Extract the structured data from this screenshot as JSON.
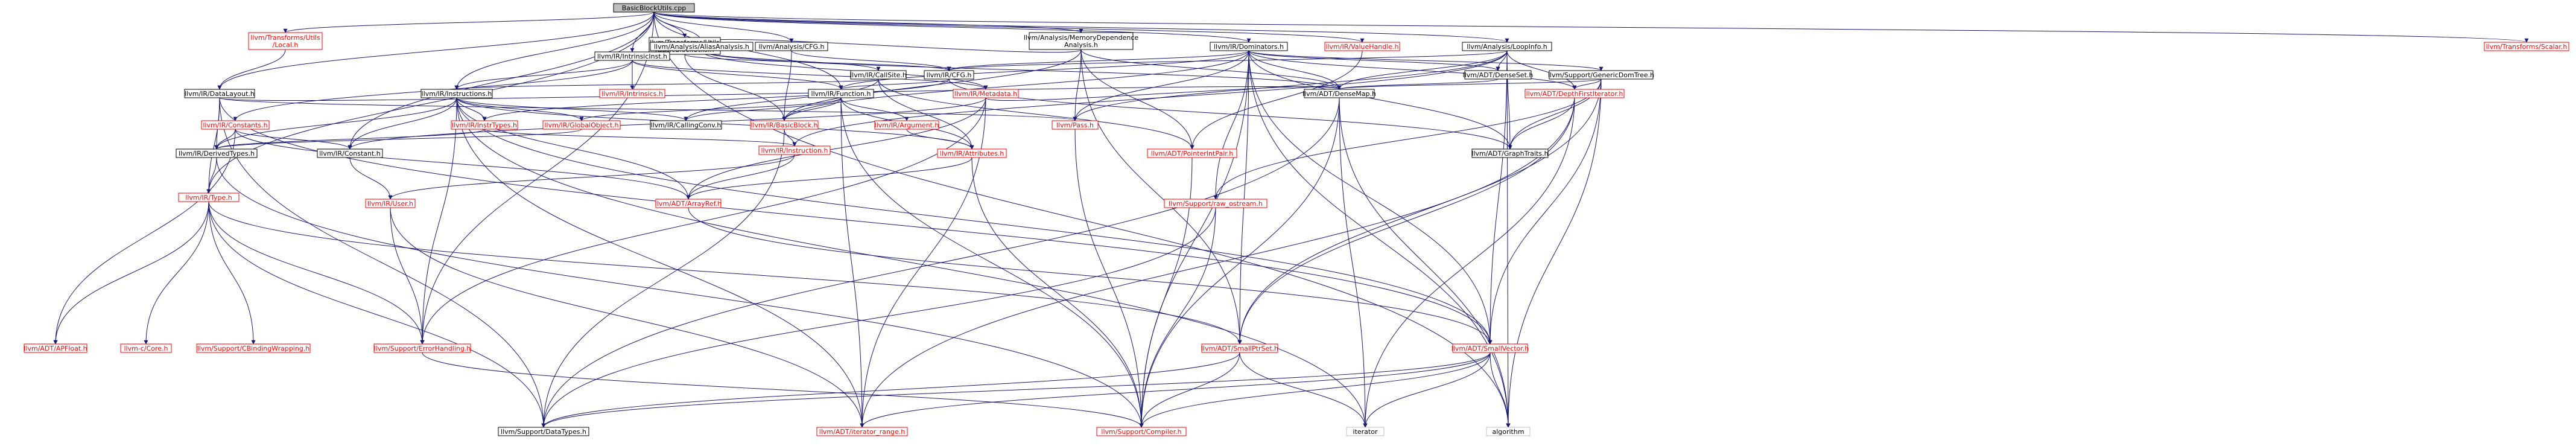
{
  "graph": {
    "colors": {
      "edge": "#191970",
      "node_border_default": "#000000",
      "node_border_external": "#ff0000",
      "node_fill_root": "#bfbfbf",
      "node_fill": "#ffffff",
      "text_default": "#000000",
      "text_external": "#ff0000"
    },
    "nodes": [
      {
        "id": "root",
        "lines": [
          "BasicBlockUtils.cpp"
        ],
        "kind": "root"
      },
      {
        "id": "transforms_utils_local",
        "lines": [
          "llvm/Transforms/Utils",
          "/Local.h"
        ],
        "kind": "external"
      },
      {
        "id": "transforms_utils_bbutils",
        "lines": [
          "llvm/Transforms/Utils",
          "/BasicBlockUtils.h"
        ],
        "kind": "normal"
      },
      {
        "id": "analysis_cfg",
        "lines": [
          "llvm/Analysis/CFG.h"
        ],
        "kind": "normal"
      },
      {
        "id": "analysis_memdep",
        "lines": [
          "llvm/Analysis/MemoryDependence",
          "Analysis.h"
        ],
        "kind": "normal"
      },
      {
        "id": "analysis_alias",
        "lines": [
          "llvm/Analysis/AliasAnalysis.h"
        ],
        "kind": "normal"
      },
      {
        "id": "ir_dominators",
        "lines": [
          "llvm/IR/Dominators.h"
        ],
        "kind": "normal"
      },
      {
        "id": "ir_valuehandle",
        "lines": [
          "llvm/IR/ValueHandle.h"
        ],
        "kind": "external"
      },
      {
        "id": "analysis_loopinfo",
        "lines": [
          "llvm/Analysis/LoopInfo.h"
        ],
        "kind": "normal"
      },
      {
        "id": "transforms_scalar",
        "lines": [
          "llvm/Transforms/Scalar.h"
        ],
        "kind": "external"
      },
      {
        "id": "ir_intrinsicinst",
        "lines": [
          "llvm/IR/IntrinsicInst.h"
        ],
        "kind": "normal"
      },
      {
        "id": "ir_callsite",
        "lines": [
          "llvm/IR/CallSite.h"
        ],
        "kind": "normal"
      },
      {
        "id": "ir_cfg",
        "lines": [
          "llvm/IR/CFG.h"
        ],
        "kind": "normal"
      },
      {
        "id": "adt_denseset",
        "lines": [
          "llvm/ADT/DenseSet.h"
        ],
        "kind": "normal"
      },
      {
        "id": "support_genericdomtree",
        "lines": [
          "llvm/Support/GenericDomTree.h"
        ],
        "kind": "normal"
      },
      {
        "id": "ir_datalayout",
        "lines": [
          "llvm/IR/DataLayout.h"
        ],
        "kind": "normal"
      },
      {
        "id": "ir_instructions",
        "lines": [
          "llvm/IR/Instructions.h"
        ],
        "kind": "normal"
      },
      {
        "id": "ir_intrinsics",
        "lines": [
          "llvm/IR/Intrinsics.h"
        ],
        "kind": "external"
      },
      {
        "id": "ir_function",
        "lines": [
          "llvm/IR/Function.h"
        ],
        "kind": "normal"
      },
      {
        "id": "ir_metadata",
        "lines": [
          "llvm/IR/Metadata.h"
        ],
        "kind": "external"
      },
      {
        "id": "adt_densemap",
        "lines": [
          "llvm/ADT/DenseMap.h"
        ],
        "kind": "normal"
      },
      {
        "id": "adt_depthfirstiterator",
        "lines": [
          "llvm/ADT/DepthFirstIterator.h"
        ],
        "kind": "external"
      },
      {
        "id": "ir_constants",
        "lines": [
          "llvm/IR/Constants.h"
        ],
        "kind": "external"
      },
      {
        "id": "ir_instrtypes",
        "lines": [
          "llvm/IR/InstrTypes.h"
        ],
        "kind": "external"
      },
      {
        "id": "ir_globalobject",
        "lines": [
          "llvm/IR/GlobalObject.h"
        ],
        "kind": "external"
      },
      {
        "id": "ir_callingconv",
        "lines": [
          "llvm/IR/CallingConv.h"
        ],
        "kind": "normal"
      },
      {
        "id": "ir_basicblock",
        "lines": [
          "llvm/IR/BasicBlock.h"
        ],
        "kind": "external"
      },
      {
        "id": "ir_argument",
        "lines": [
          "llvm/IR/Argument.h"
        ],
        "kind": "external"
      },
      {
        "id": "pass",
        "lines": [
          "llvm/Pass.h"
        ],
        "kind": "external"
      },
      {
        "id": "adt_graphtraits",
        "lines": [
          "llvm/ADT/GraphTraits.h"
        ],
        "kind": "normal"
      },
      {
        "id": "ir_derivedtypes",
        "lines": [
          "llvm/IR/DerivedTypes.h"
        ],
        "kind": "normal"
      },
      {
        "id": "ir_constant",
        "lines": [
          "llvm/IR/Constant.h"
        ],
        "kind": "normal"
      },
      {
        "id": "ir_instruction",
        "lines": [
          "llvm/IR/Instruction.h"
        ],
        "kind": "external"
      },
      {
        "id": "ir_attributes",
        "lines": [
          "llvm/IR/Attributes.h"
        ],
        "kind": "external"
      },
      {
        "id": "adt_pointerintpair",
        "lines": [
          "llvm/ADT/PointerIntPair.h"
        ],
        "kind": "external"
      },
      {
        "id": "ir_type",
        "lines": [
          "llvm/IR/Type.h"
        ],
        "kind": "external"
      },
      {
        "id": "ir_user",
        "lines": [
          "llvm/IR/User.h"
        ],
        "kind": "external"
      },
      {
        "id": "adt_arrayref",
        "lines": [
          "llvm/ADT/ArrayRef.h"
        ],
        "kind": "external"
      },
      {
        "id": "support_raw_ostream",
        "lines": [
          "llvm/Support/raw_ostream.h"
        ],
        "kind": "external"
      },
      {
        "id": "adt_apfloat",
        "lines": [
          "llvm/ADT/APFloat.h"
        ],
        "kind": "external"
      },
      {
        "id": "llvm_c_core",
        "lines": [
          "llvm-c/Core.h"
        ],
        "kind": "external"
      },
      {
        "id": "support_cbindingwrapping",
        "lines": [
          "llvm/Support/CBindingWrapping.h"
        ],
        "kind": "external"
      },
      {
        "id": "support_errorhandling",
        "lines": [
          "llvm/Support/ErrorHandling.h"
        ],
        "kind": "external"
      },
      {
        "id": "adt_smallptrset",
        "lines": [
          "llvm/ADT/SmallPtrSet.h"
        ],
        "kind": "external"
      },
      {
        "id": "adt_smallvector",
        "lines": [
          "llvm/ADT/SmallVector.h"
        ],
        "kind": "external"
      },
      {
        "id": "support_datatypes",
        "lines": [
          "llvm/Support/DataTypes.h"
        ],
        "kind": "normal"
      },
      {
        "id": "adt_iterator_range",
        "lines": [
          "llvm/ADT/iterator_range.h"
        ],
        "kind": "external"
      },
      {
        "id": "support_compiler",
        "lines": [
          "llvm/Support/Compiler.h"
        ],
        "kind": "external"
      },
      {
        "id": "iterator",
        "lines": [
          "iterator"
        ],
        "kind": "system"
      },
      {
        "id": "algorithm",
        "lines": [
          "algorithm"
        ],
        "kind": "system"
      }
    ],
    "edges": [
      [
        "root",
        "transforms_utils_local"
      ],
      [
        "root",
        "transforms_utils_bbutils"
      ],
      [
        "root",
        "analysis_cfg"
      ],
      [
        "root",
        "analysis_memdep"
      ],
      [
        "root",
        "analysis_alias"
      ],
      [
        "root",
        "ir_dominators"
      ],
      [
        "root",
        "ir_valuehandle"
      ],
      [
        "root",
        "analysis_loopinfo"
      ],
      [
        "root",
        "transforms_scalar"
      ],
      [
        "root",
        "ir_datalayout"
      ],
      [
        "root",
        "ir_intrinsicinst"
      ],
      [
        "root",
        "ir_instructions"
      ],
      [
        "root",
        "ir_function"
      ],
      [
        "root",
        "ir_constant"
      ],
      [
        "root",
        "ir_type"
      ],
      [
        "root",
        "algorithm"
      ],
      [
        "root",
        "support_errorhandling"
      ],
      [
        "transforms_utils_local",
        "ir_datalayout"
      ],
      [
        "transforms_utils_bbutils",
        "ir_basicblock"
      ],
      [
        "transforms_utils_bbutils",
        "ir_cfg"
      ],
      [
        "analysis_cfg",
        "ir_basicblock"
      ],
      [
        "analysis_cfg",
        "ir_cfg"
      ],
      [
        "analysis_memdep",
        "analysis_alias"
      ],
      [
        "analysis_memdep",
        "ir_basicblock"
      ],
      [
        "analysis_memdep",
        "pass"
      ],
      [
        "analysis_memdep",
        "adt_densemap"
      ],
      [
        "analysis_memdep",
        "adt_pointerintpair"
      ],
      [
        "analysis_memdep",
        "adt_smallptrset"
      ],
      [
        "analysis_alias",
        "ir_callsite"
      ],
      [
        "analysis_alias",
        "ir_metadata"
      ],
      [
        "analysis_alias",
        "adt_densemap"
      ],
      [
        "ir_dominators",
        "ir_cfg"
      ],
      [
        "ir_dominators",
        "ir_function"
      ],
      [
        "ir_dominators",
        "ir_basicblock"
      ],
      [
        "ir_dominators",
        "pass"
      ],
      [
        "ir_dominators",
        "adt_densemap"
      ],
      [
        "ir_dominators",
        "adt_denseset"
      ],
      [
        "ir_dominators",
        "adt_depthfirstiterator"
      ],
      [
        "ir_dominators",
        "adt_graphtraits"
      ],
      [
        "ir_dominators",
        "adt_smallptrset"
      ],
      [
        "ir_dominators",
        "adt_smallvector"
      ],
      [
        "ir_dominators",
        "support_genericdomtree"
      ],
      [
        "ir_dominators",
        "support_raw_ostream"
      ],
      [
        "ir_dominators",
        "algorithm"
      ],
      [
        "ir_dominators",
        "support_compiler"
      ],
      [
        "ir_valuehandle",
        "adt_pointerintpair"
      ],
      [
        "analysis_loopinfo",
        "ir_cfg"
      ],
      [
        "analysis_loopinfo",
        "adt_densemap"
      ],
      [
        "analysis_loopinfo",
        "adt_denseset"
      ],
      [
        "analysis_loopinfo",
        "adt_depthfirstiterator"
      ],
      [
        "analysis_loopinfo",
        "adt_graphtraits"
      ],
      [
        "analysis_loopinfo",
        "adt_smallvector"
      ],
      [
        "analysis_loopinfo",
        "pass"
      ],
      [
        "analysis_loopinfo",
        "algorithm"
      ],
      [
        "analysis_loopinfo",
        "ir_instruction"
      ],
      [
        "ir_intrinsicinst",
        "ir_constants"
      ],
      [
        "ir_intrinsicinst",
        "ir_function"
      ],
      [
        "ir_intrinsicinst",
        "ir_instructions"
      ],
      [
        "ir_intrinsicinst",
        "ir_intrinsics"
      ],
      [
        "ir_intrinsicinst",
        "ir_metadata"
      ],
      [
        "ir_callsite",
        "ir_instructions"
      ],
      [
        "ir_callsite",
        "ir_attributes"
      ],
      [
        "ir_callsite",
        "adt_pointerintpair"
      ],
      [
        "ir_callsite",
        "ir_callingconv"
      ],
      [
        "ir_cfg",
        "ir_function"
      ],
      [
        "ir_cfg",
        "ir_instrtypes"
      ],
      [
        "ir_cfg",
        "adt_graphtraits"
      ],
      [
        "adt_denseset",
        "adt_densemap"
      ],
      [
        "support_genericdomtree",
        "adt_densemap"
      ],
      [
        "support_genericdomtree",
        "adt_depthfirstiterator"
      ],
      [
        "support_genericdomtree",
        "adt_graphtraits"
      ],
      [
        "support_genericdomtree",
        "adt_smallptrset"
      ],
      [
        "support_genericdomtree",
        "adt_smallvector"
      ],
      [
        "support_genericdomtree",
        "support_raw_ostream"
      ],
      [
        "support_genericdomtree",
        "algorithm"
      ],
      [
        "ir_datalayout",
        "adt_densemap"
      ],
      [
        "ir_datalayout",
        "ir_derivedtypes"
      ],
      [
        "ir_datalayout",
        "ir_type"
      ],
      [
        "ir_datalayout",
        "pass"
      ],
      [
        "ir_datalayout",
        "support_datatypes"
      ],
      [
        "ir_datalayout",
        "adt_smallvector"
      ],
      [
        "ir_instructions",
        "ir_attributes"
      ],
      [
        "ir_instructions",
        "ir_callingconv"
      ],
      [
        "ir_instructions",
        "ir_derivedtypes"
      ],
      [
        "ir_instructions",
        "ir_instrtypes"
      ],
      [
        "ir_instructions",
        "support_errorhandling"
      ],
      [
        "ir_instructions",
        "adt_arrayref"
      ],
      [
        "ir_instructions",
        "adt_iterator_range"
      ],
      [
        "ir_instructions",
        "adt_smallvector"
      ],
      [
        "ir_instructions",
        "iterator"
      ],
      [
        "ir_instructions",
        "ir_constant"
      ],
      [
        "ir_instructions",
        "ir_globalobject"
      ],
      [
        "ir_function",
        "ir_argument"
      ],
      [
        "ir_function",
        "ir_attributes"
      ],
      [
        "ir_function",
        "ir_basicblock"
      ],
      [
        "ir_function",
        "ir_callingconv"
      ],
      [
        "ir_function",
        "ir_globalobject"
      ],
      [
        "ir_function",
        "adt_iterator_range"
      ],
      [
        "ir_function",
        "support_compiler"
      ],
      [
        "ir_metadata",
        "adt_arrayref"
      ],
      [
        "ir_metadata",
        "adt_densemap"
      ],
      [
        "ir_metadata",
        "adt_iterator_range"
      ],
      [
        "ir_metadata",
        "ir_constant"
      ],
      [
        "ir_metadata",
        "support_errorhandling"
      ],
      [
        "adt_densemap",
        "support_datatypes"
      ],
      [
        "adt_densemap",
        "support_compiler"
      ],
      [
        "adt_densemap",
        "algorithm"
      ],
      [
        "adt_densemap",
        "iterator"
      ],
      [
        "adt_depthfirstiterator",
        "adt_graphtraits"
      ],
      [
        "adt_depthfirstiterator",
        "adt_smallptrset"
      ],
      [
        "adt_depthfirstiterator",
        "adt_iterator_range"
      ],
      [
        "adt_depthfirstiterator",
        "iterator"
      ],
      [
        "ir_constants",
        "ir_constant"
      ],
      [
        "ir_constants",
        "ir_derivedtypes"
      ],
      [
        "ir_constants",
        "adt_apfloat"
      ],
      [
        "ir_constants",
        "adt_arrayref"
      ],
      [
        "ir_instrtypes",
        "ir_derivedtypes"
      ],
      [
        "ir_instrtypes",
        "ir_instruction"
      ],
      [
        "ir_globalobject",
        "ir_derivedtypes"
      ],
      [
        "ir_basicblock",
        "ir_instruction"
      ],
      [
        "ir_basicblock",
        "support_datatypes"
      ],
      [
        "ir_argument",
        "ir_attributes"
      ],
      [
        "pass",
        "support_compiler"
      ],
      [
        "ir_derivedtypes",
        "ir_type"
      ],
      [
        "ir_derivedtypes",
        "support_compiler"
      ],
      [
        "ir_constant",
        "ir_user"
      ],
      [
        "ir_instruction",
        "ir_user"
      ],
      [
        "ir_instruction",
        "adt_arrayref"
      ],
      [
        "ir_attributes",
        "adt_arrayref"
      ],
      [
        "ir_attributes",
        "support_compiler"
      ],
      [
        "adt_pointerintpair",
        "support_compiler"
      ],
      [
        "ir_type",
        "adt_apfloat"
      ],
      [
        "ir_type",
        "llvm_c_core"
      ],
      [
        "ir_type",
        "support_cbindingwrapping"
      ],
      [
        "ir_type",
        "support_errorhandling"
      ],
      [
        "ir_type",
        "support_datatypes"
      ],
      [
        "ir_type",
        "adt_smallptrset"
      ],
      [
        "ir_user",
        "support_errorhandling"
      ],
      [
        "ir_user",
        "adt_iterator_range"
      ],
      [
        "adt_arrayref",
        "adt_smallvector"
      ],
      [
        "support_raw_ostream",
        "support_compiler"
      ],
      [
        "support_raw_ostream",
        "support_datatypes"
      ],
      [
        "support_errorhandling",
        "support_compiler"
      ],
      [
        "adt_smallptrset",
        "support_compiler"
      ],
      [
        "adt_smallptrset",
        "support_datatypes"
      ],
      [
        "adt_smallptrset",
        "iterator"
      ],
      [
        "adt_smallvector",
        "adt_iterator_range"
      ],
      [
        "adt_smallvector",
        "support_compiler"
      ],
      [
        "adt_smallvector",
        "algorithm"
      ],
      [
        "adt_smallvector",
        "iterator"
      ],
      [
        "adt_smallvector",
        "support_datatypes"
      ]
    ]
  }
}
